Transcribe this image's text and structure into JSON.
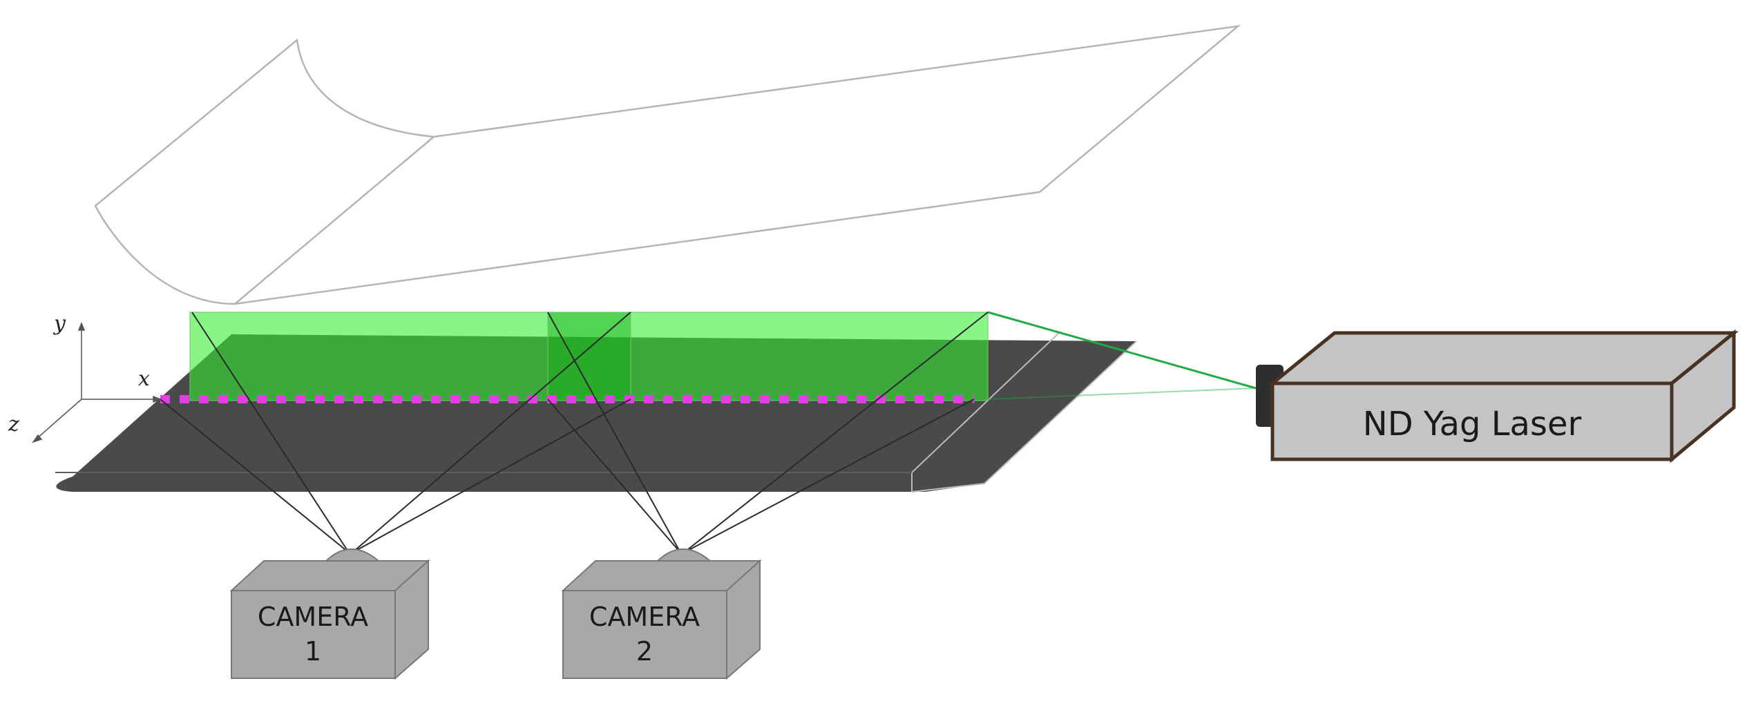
{
  "axes": {
    "x": "x",
    "y": "y",
    "z": "z"
  },
  "cameras": [
    {
      "line1": "CAMERA",
      "line2": "1"
    },
    {
      "line1": "CAMERA",
      "line2": "2"
    }
  ],
  "laser": {
    "label": "ND Yag Laser"
  },
  "colors": {
    "light_sheet_green": "#33ee33",
    "laser_beam": "#22aa44",
    "measurement_line": "#e040e0",
    "plate": "#4a4a4a",
    "camera_box": "#a8a8a8",
    "laser_box": "#c4c4c4",
    "laser_outline": "#4a3222"
  }
}
